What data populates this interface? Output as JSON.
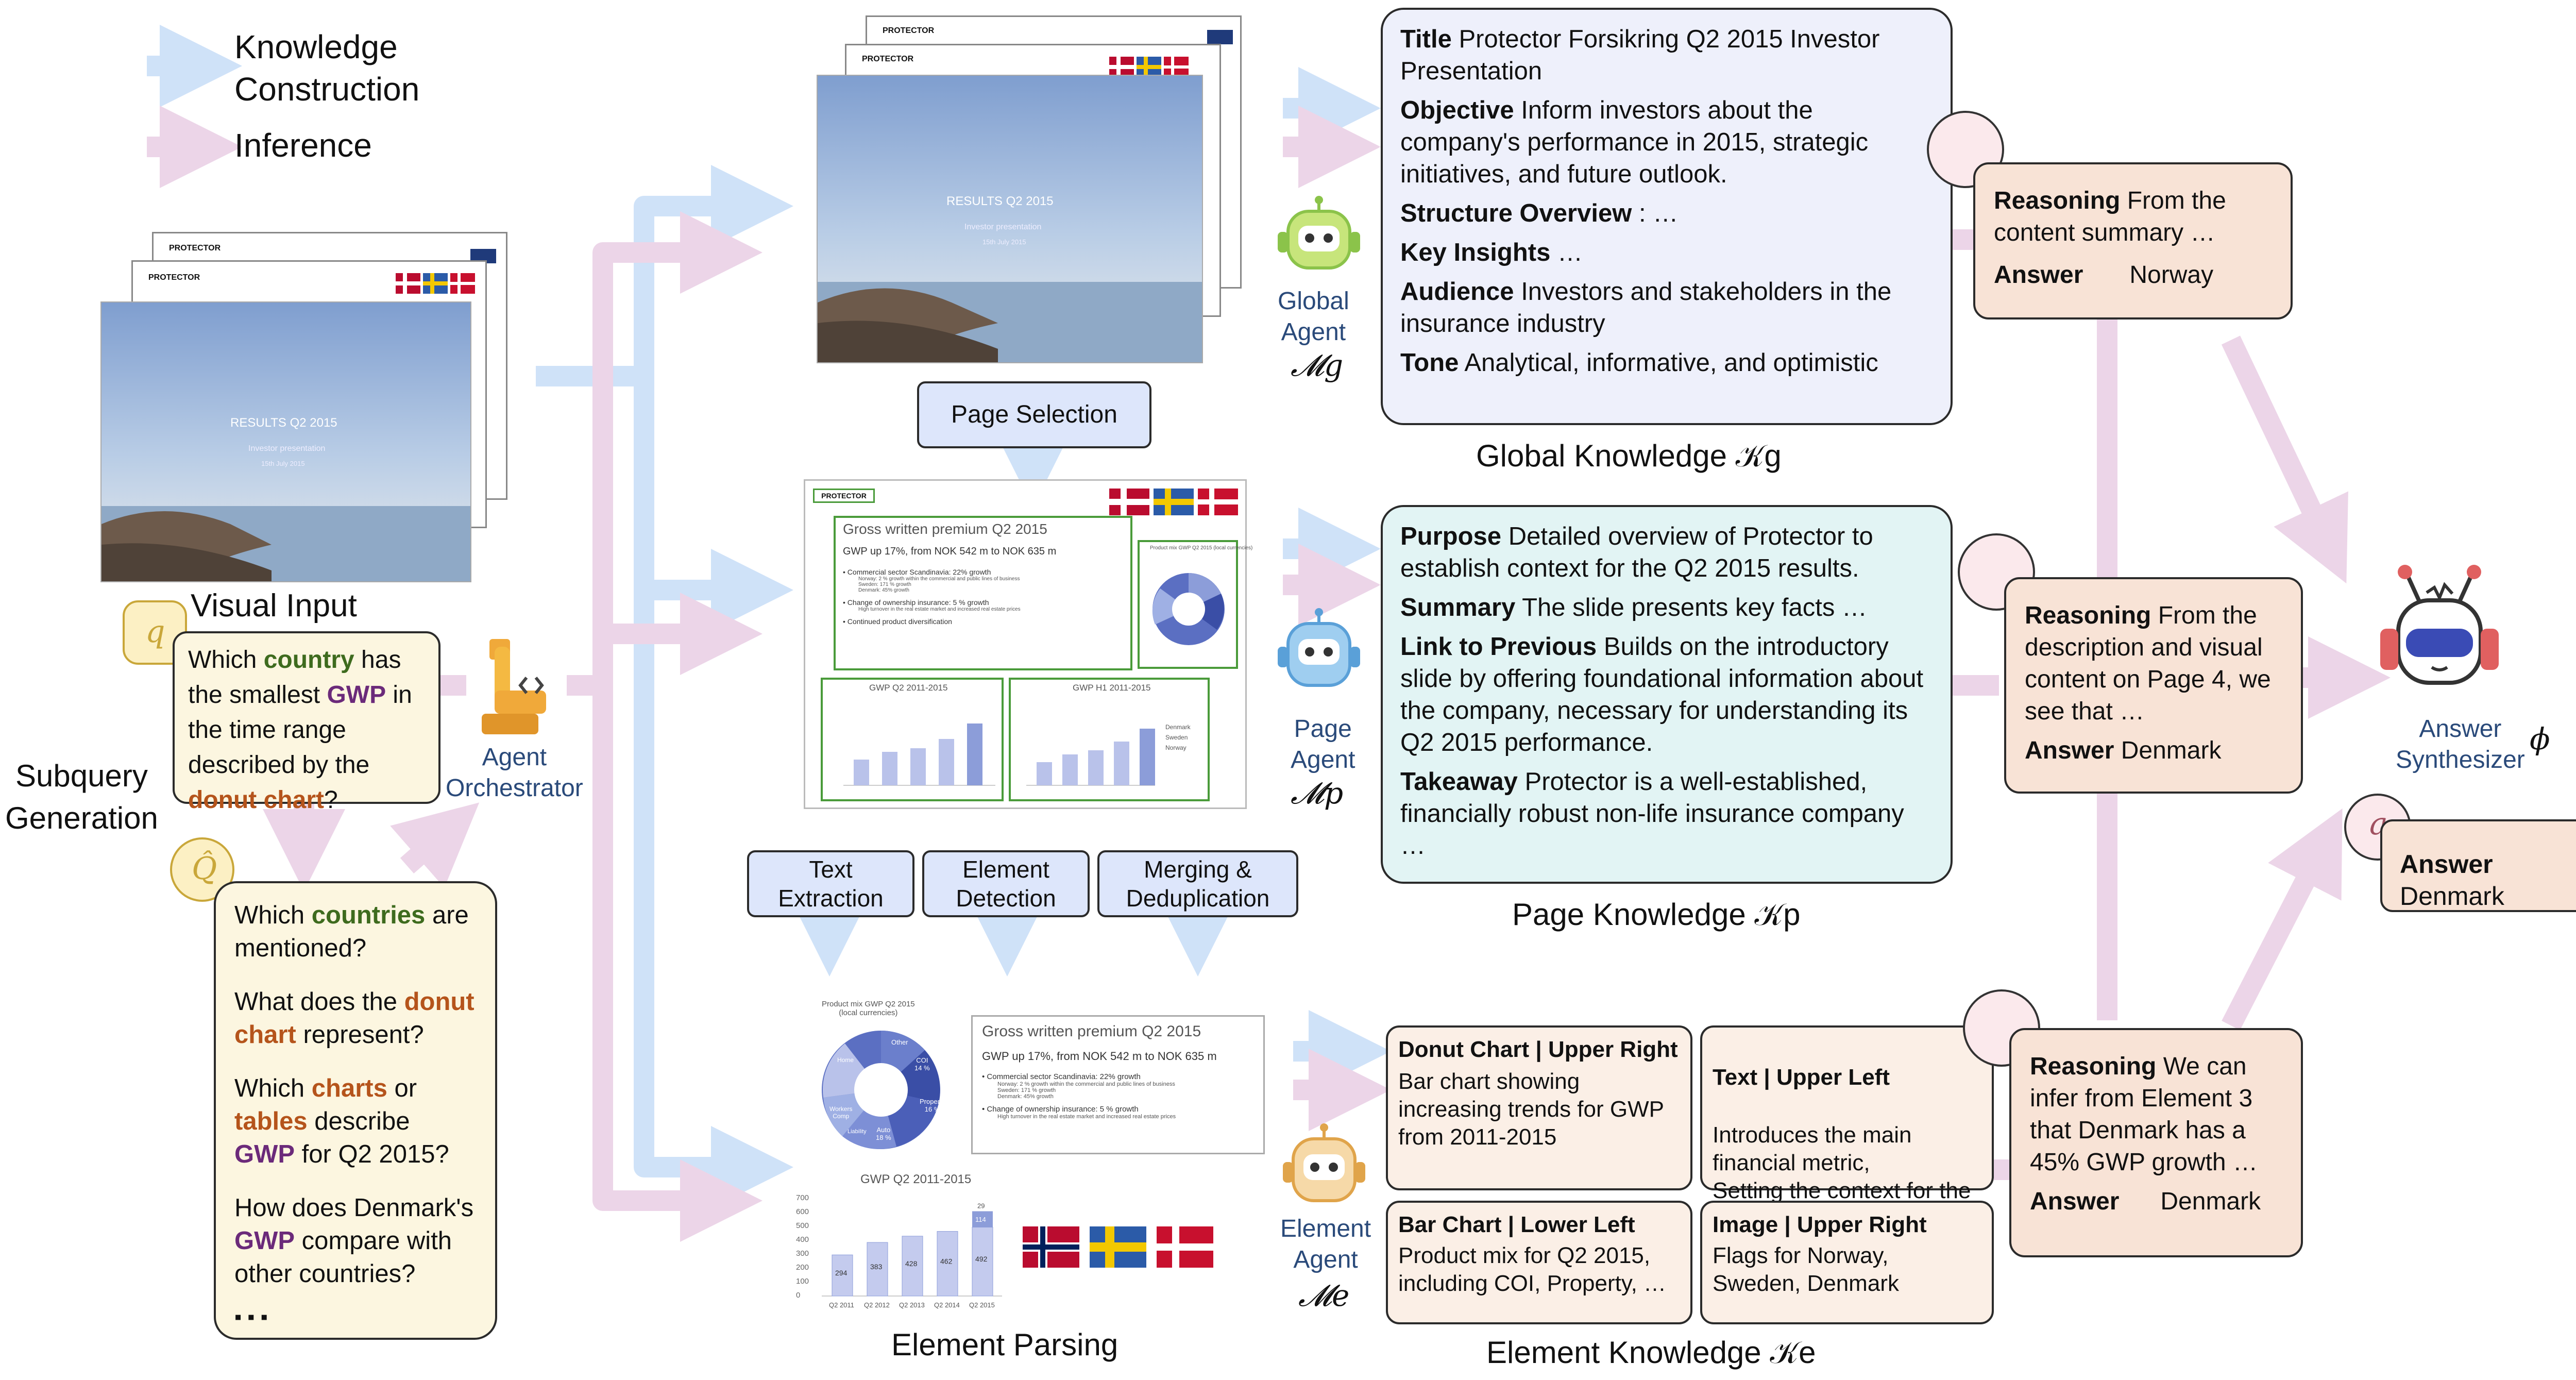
{
  "legend": {
    "construction": "Knowledge\nConstruction",
    "inference": "Inference"
  },
  "colors": {
    "construction_arrow": "#cfe2f8",
    "inference_arrow": "#ecd5e8",
    "global_box": "#eef0fb",
    "page_box": "#e2f4f4",
    "element_box": "#fbefe6",
    "reasoning_box": "#f8e3d6",
    "query_box": "#fcf6e0"
  },
  "visual_input": {
    "label": "Visual Input",
    "slide_title": "RESULTS Q2 2015",
    "slide_subtitle": "Investor presentation",
    "slide_date": "15th July 2015",
    "brand": "PROTECTOR"
  },
  "query": {
    "symbol": "q",
    "parts": [
      "Which ",
      "country",
      " has the smallest ",
      "GWP",
      " in the time range described by the ",
      "donut chart",
      "?"
    ]
  },
  "orchestrator": {
    "label": "Agent\nOrchestrator",
    "icon": "robot-arm-icon"
  },
  "subquery": {
    "label": "Subquery\nGeneration",
    "symbol": "Q̂",
    "q1": [
      "Which ",
      "countries",
      " are mentioned?"
    ],
    "q2": [
      "What does the ",
      "donut chart",
      " represent?"
    ],
    "q3": [
      "Which ",
      "charts",
      " or ",
      "tables",
      " describe ",
      "GWP",
      " for Q2 2015?"
    ],
    "q4": [
      "How does Denmark's ",
      "GWP",
      " compare with other countries?"
    ],
    "ellipsis": "▪ ▪ ▪"
  },
  "steps": {
    "page_selection": "Page Selection",
    "text_extraction": "Text\nExtraction",
    "element_detection": "Element\nDetection",
    "merging": "Merging &\nDeduplication"
  },
  "page_slide": {
    "title": "Gross written premium Q2 2015",
    "sub": "GWP up 17%, from NOK 542 m to NOK 635 m",
    "bullets": [
      "Commercial sector Scandinavia: 22% growth",
      "Change of ownership insurance: 5 % growth",
      "Continued product diversification"
    ],
    "sub_bullets": [
      "Norway: 2 % growth within the commercial and public lines of business",
      "Sweden: 171 % growth",
      "Denmark: 45% growth",
      "High turnover in the real estate market and increased real estate prices"
    ],
    "chart1_title": "GWP Q2 2011-2015",
    "chart2_title": "GWP H1 2011-2015",
    "donut_title": "Product mix GWP Q2 2015 (local currencies)",
    "legend": [
      "Denmark",
      "Sweden",
      "Norway"
    ]
  },
  "element_parsing": {
    "label": "Element Parsing",
    "donut_title": "Product mix GWP Q2 2015\n(local currencies)",
    "donut_labels": [
      "Other",
      "COI\n14 %",
      "Property\n16 %",
      "Auto\n18 %",
      "Workers\nComp",
      "Liability",
      "Home"
    ],
    "bar_title": "GWP Q2 2011-2015",
    "bar_categories": [
      "Q2 2011",
      "Q2 2012",
      "Q2 2013",
      "Q2 2014",
      "Q2 2015"
    ],
    "bar_values": [
      "294",
      "383",
      "428",
      "462",
      "492"
    ],
    "bar_top_values": [
      "",
      "",
      "",
      "",
      "114"
    ],
    "bar_extra": "29",
    "bar_yticks": [
      "700",
      "600",
      "500",
      "400",
      "300",
      "200",
      "100",
      "0"
    ]
  },
  "agents": {
    "global": {
      "name": "Global\nAgent",
      "symbol": "𝓜g"
    },
    "page": {
      "name": "Page\nAgent",
      "symbol": "𝓜p"
    },
    "element": {
      "name": "Element\nAgent",
      "symbol": "𝓜e"
    },
    "synth": {
      "name": "Answer\nSynthesizer",
      "symbol": "ϕ"
    }
  },
  "global_knowledge": {
    "label": "Global Knowledge 𝒦g",
    "rows": [
      {
        "key": "Title",
        "val": "Protector Forsikring Q2 2015 Investor Presentation"
      },
      {
        "key": "Objective",
        "val": "Inform investors about the company's performance in 2015, strategic initiatives, and future outlook."
      },
      {
        "key": "Structure Overview",
        "val": ": …"
      },
      {
        "key": "Key Insights",
        "val": "…"
      },
      {
        "key": "Audience",
        "val": "Investors and stakeholders in the insurance industry"
      },
      {
        "key": "Tone",
        "val": "Analytical, informative, and optimistic"
      }
    ]
  },
  "page_knowledge": {
    "label": "Page Knowledge 𝒦p",
    "rows": [
      {
        "key": "Purpose",
        "val": "Detailed overview of Protector to establish context for the Q2 2015 results."
      },
      {
        "key": "Summary",
        "val": "The slide presents key facts …"
      },
      {
        "key": "Link to Previous",
        "val": "Builds on the introductory slide by offering foundational information about the company, necessary for understanding its Q2 2015 performance."
      },
      {
        "key": "Takeaway",
        "val": "Protector is a well-established, financially robust non-life insurance company …"
      }
    ]
  },
  "element_knowledge": {
    "label": "Element Knowledge 𝒦e",
    "cards": [
      {
        "title": "Donut Chart | Upper Right",
        "text": "Bar chart showing increasing trends for GWP from 2011-2015"
      },
      {
        "title": "Text | Upper Left",
        "text": "Introduces the main financial metric,\nSetting the context for the data / visuals that follow …"
      },
      {
        "title": "Bar Chart | Lower Left",
        "text": "Product mix for Q2 2015, including COI, Property, …"
      },
      {
        "title": "Image | Upper Right",
        "text": "Flags for Norway, Sweden, Denmark"
      }
    ]
  },
  "reasoning": {
    "global": {
      "r_key": "Reasoning",
      "r_val": "From the content summary …",
      "a_key": "Answer",
      "a_val": "Norway"
    },
    "page": {
      "r_key": "Reasoning",
      "r_val": "From the description and visual content on Page 4, we see that …",
      "a_key": "Answer",
      "a_val": "Denmark"
    },
    "element": {
      "r_key": "Reasoning",
      "r_val": "We can infer from Element 3 that Denmark has a 45% GWP growth …",
      "a_key": "Answer",
      "a_val": "Denmark"
    }
  },
  "final_answer": {
    "symbol": "a",
    "key": "Answer",
    "val": "Denmark"
  }
}
